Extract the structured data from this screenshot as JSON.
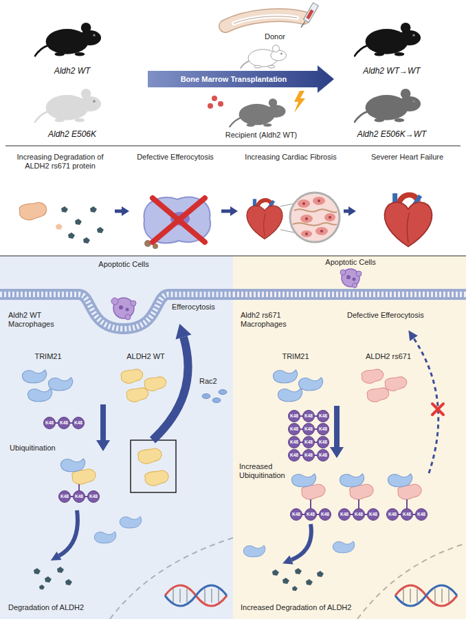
{
  "diagram": {
    "nodes": [
      {
        "text": [
          "Increasing Degradation of ALDH2 rs671 protein"
        ]
      },
      {
        "text": [
          "Defective Efferocytosis"
        ]
      },
      {
        "text": [
          "Increasing Cardiac Fibrosis"
        ]
      },
      {
        "text": [
          "Severer Heart Failure"
        ]
      }
    ],
    "edges": [
      {
        "from": 0,
        "to": 1,
        "arrow": "to"
      },
      {
        "from": 1,
        "to": 2,
        "arrow": "to"
      },
      {
        "from": 2,
        "to": 3,
        "arrow": "to"
      }
    ],
    "labels": [
      "Aldh2 WT",
      "Aldh2 E506K",
      "Donor",
      "Bone Marrow Transplantation",
      "Recipient (Aldh2 WT)",
      "Aldh2 WT→WT",
      "Aldh2 E506K→WT",
      "Apoptotic Cells",
      "Aldh2 WT Macrophages",
      "Efferocytosis",
      "Rac2",
      "TRIM21",
      "ALDH2 WT",
      "K48",
      "K48",
      "K48",
      "Ubiquitination",
      "K48",
      "K48",
      "K48",
      "Degradation of ALDH2",
      "Apoptotic Cells",
      "Aldh2 rs671 Macrophages",
      "Defective Efferocytosis",
      "TRIM21",
      "ALDH2 rs671",
      "K48",
      "K48",
      "K48",
      "K48",
      "K48",
      "K48",
      "K48",
      "K48",
      "K48",
      "K48",
      "K48",
      "K48",
      "Increased Ubiquitination",
      "K48",
      "K48",
      "K48",
      "K48",
      "K48",
      "K48",
      "K48",
      "K48",
      "K48",
      "Increased Degradation of ALDH2"
    ]
  }
}
